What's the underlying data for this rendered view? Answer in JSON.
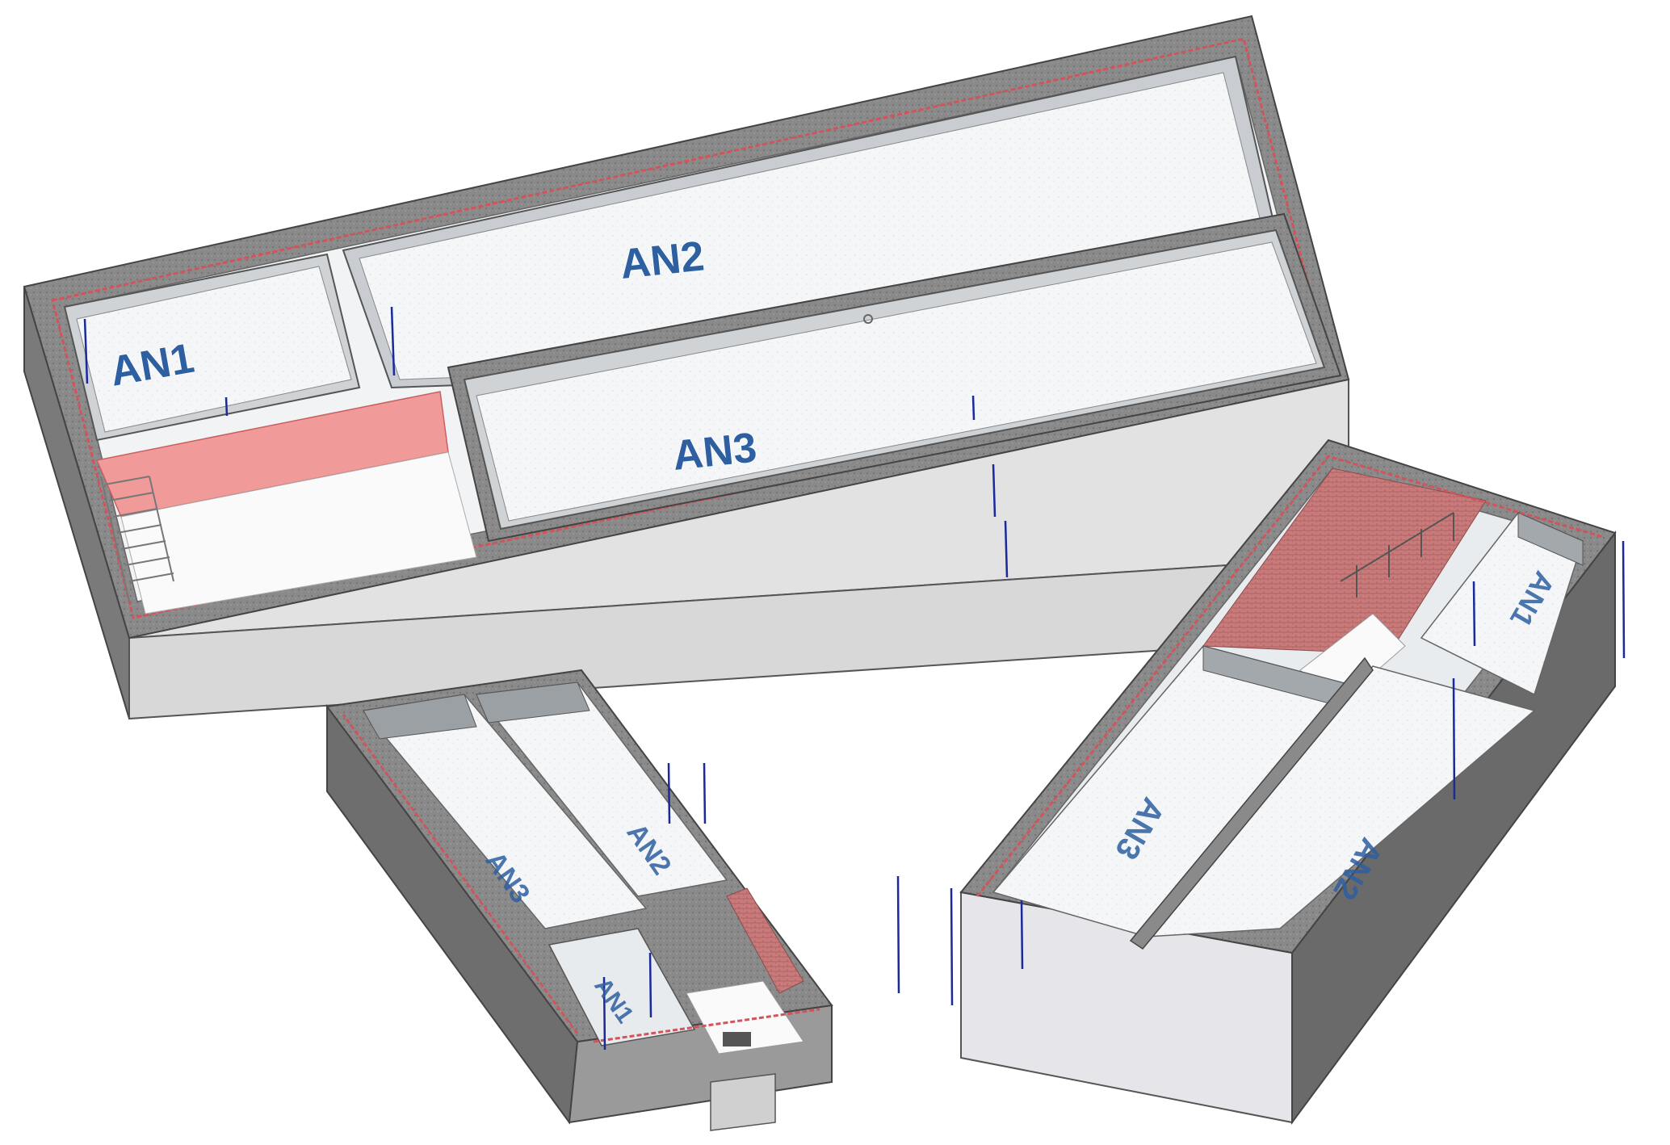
{
  "colors": {
    "concrete_top": "#8a8a8a",
    "concrete_side_light": "#e4e4e4",
    "concrete_side_mid": "#bdbdbd",
    "concrete_side_dark": "#6f6f6f",
    "floor": "#f4f6f8",
    "inner_wall": "#d6dadd",
    "inner_wall_dark": "#a3a8ac",
    "red_layer": "#d2545a",
    "stair_red": "#f19a9a",
    "brick": "#c97a7a",
    "label_blue": "#2e5fa0",
    "pipe_blue": "#1a2a9a"
  },
  "models": {
    "top": {
      "labels": [
        "AN1",
        "AN2",
        "AN3"
      ]
    },
    "bottom_left": {
      "labels": [
        "AN3",
        "AN2",
        "AN1"
      ]
    },
    "bottom_right": {
      "labels": [
        "AN1",
        "AN3",
        "AN2"
      ]
    }
  }
}
